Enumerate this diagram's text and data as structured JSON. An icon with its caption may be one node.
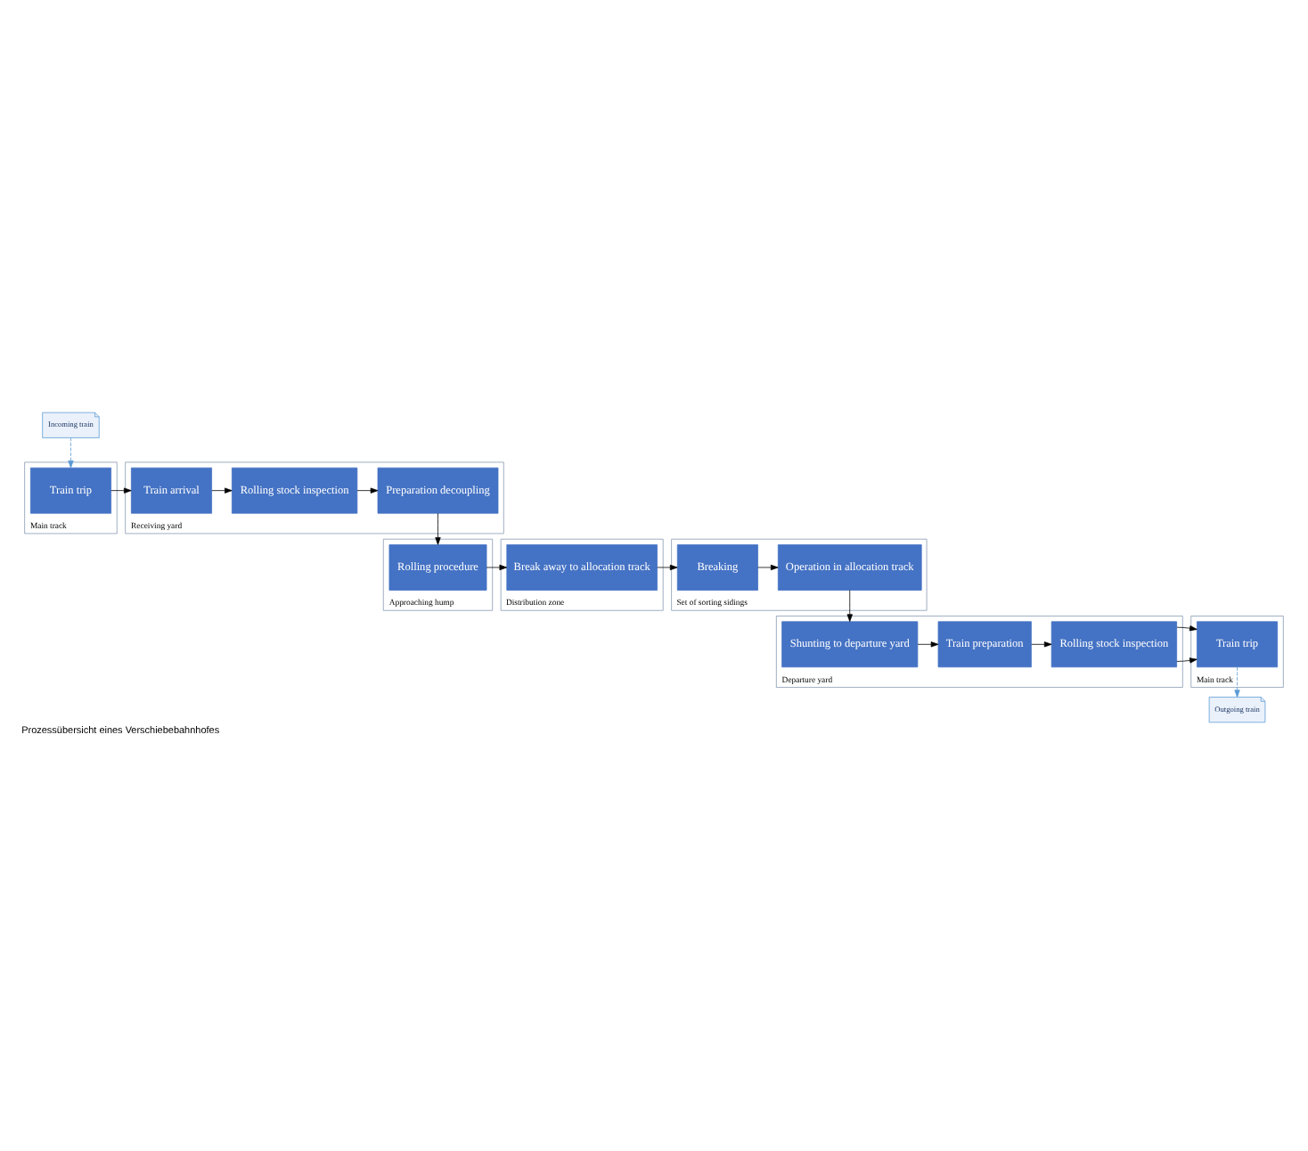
{
  "diagram": {
    "caption": "Prozessübersicht eines Verschiebebahnhofes",
    "nodes": [
      {
        "text": [
          "Incoming train"
        ]
      },
      {
        "text": [
          "Main track"
        ]
      },
      {
        "text": [
          "Train trip"
        ],
        "in": 1
      },
      {
        "text": [
          "Receiving yard"
        ]
      },
      {
        "text": [
          "Train arrival"
        ],
        "in": 3
      },
      {
        "text": [
          "Rolling stock inspection"
        ],
        "in": 3
      },
      {
        "text": [
          "Preparation decoupling"
        ],
        "in": 3
      },
      {
        "text": [
          "Approaching hump"
        ]
      },
      {
        "text": [
          "Rolling procedure"
        ],
        "in": 7
      },
      {
        "text": [
          "Distribution zone"
        ]
      },
      {
        "text": [
          "Break away to allocation track"
        ],
        "in": 9
      },
      {
        "text": [
          "Set of sorting sidings"
        ]
      },
      {
        "text": [
          "Breaking"
        ],
        "in": 11
      },
      {
        "text": [
          "Operation in allocation track"
        ],
        "in": 11
      },
      {
        "text": [
          "Departure yard"
        ]
      },
      {
        "text": [
          "Shunting to departure yard"
        ],
        "in": 14
      },
      {
        "text": [
          "Train preparation"
        ],
        "in": 14
      },
      {
        "text": [
          "Rolling stock inspection"
        ],
        "in": 14
      },
      {
        "text": [
          "Main track"
        ]
      },
      {
        "text": [
          "Train trip"
        ],
        "in": 18
      },
      {
        "text": [
          "Outgoing train"
        ]
      }
    ],
    "edges": [
      {
        "from": 0,
        "to": 2,
        "arrow": "to",
        "style": "dashed",
        "color": "#5b9bd5"
      },
      {
        "from": 2,
        "to": 4,
        "arrow": "to"
      },
      {
        "from": 4,
        "to": 5,
        "arrow": "to"
      },
      {
        "from": 5,
        "to": 6,
        "arrow": "to"
      },
      {
        "from": 6,
        "to": 8,
        "arrow": "to"
      },
      {
        "from": 8,
        "to": 10,
        "arrow": "to"
      },
      {
        "from": 10,
        "to": 12,
        "arrow": "to"
      },
      {
        "from": 12,
        "to": 13,
        "arrow": "to"
      },
      {
        "from": 13,
        "to": 15,
        "arrow": "to"
      },
      {
        "from": 15,
        "to": 16,
        "arrow": "to"
      },
      {
        "from": 16,
        "to": 17,
        "arrow": "to"
      },
      {
        "from": 17,
        "to": 19,
        "arrow": "to"
      },
      {
        "from": 19,
        "to": 20,
        "arrow": "to",
        "style": "dashed",
        "color": "#5b9bd5"
      }
    ]
  }
}
